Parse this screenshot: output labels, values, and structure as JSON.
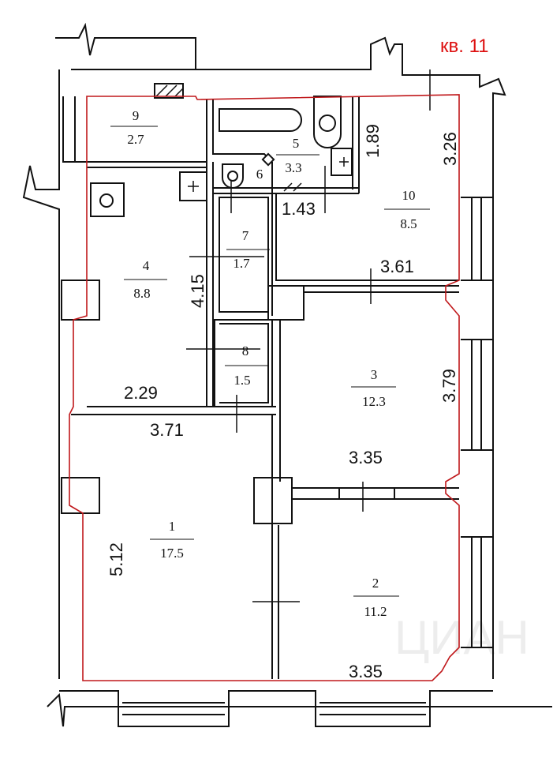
{
  "apartment_label": "кв. 11",
  "watermark": "ЦИАН",
  "colors": {
    "outline": "#c0181b",
    "walls": "#111111"
  },
  "rooms": [
    {
      "number": "1",
      "area": "17.5"
    },
    {
      "number": "2",
      "area": "11.2"
    },
    {
      "number": "3",
      "area": "12.3"
    },
    {
      "number": "4",
      "area": "8.8"
    },
    {
      "number": "5",
      "area": "3.3"
    },
    {
      "number": "6",
      "area": ""
    },
    {
      "number": "7",
      "area": "1.7"
    },
    {
      "number": "8",
      "area": "1.5"
    },
    {
      "number": "9",
      "area": "2.7"
    },
    {
      "number": "10",
      "area": "8.5"
    }
  ],
  "dimensions": {
    "r10_width": "3.61",
    "r10_height": "3.26",
    "r5_height": "1.89",
    "r5_width": "1.43",
    "r4_height": "4.15",
    "r4_width": "2.29",
    "r1_width": "3.71",
    "r1_height": "5.12",
    "r3_height": "3.79",
    "r3_width": "3.35",
    "r2_width": "3.35"
  }
}
